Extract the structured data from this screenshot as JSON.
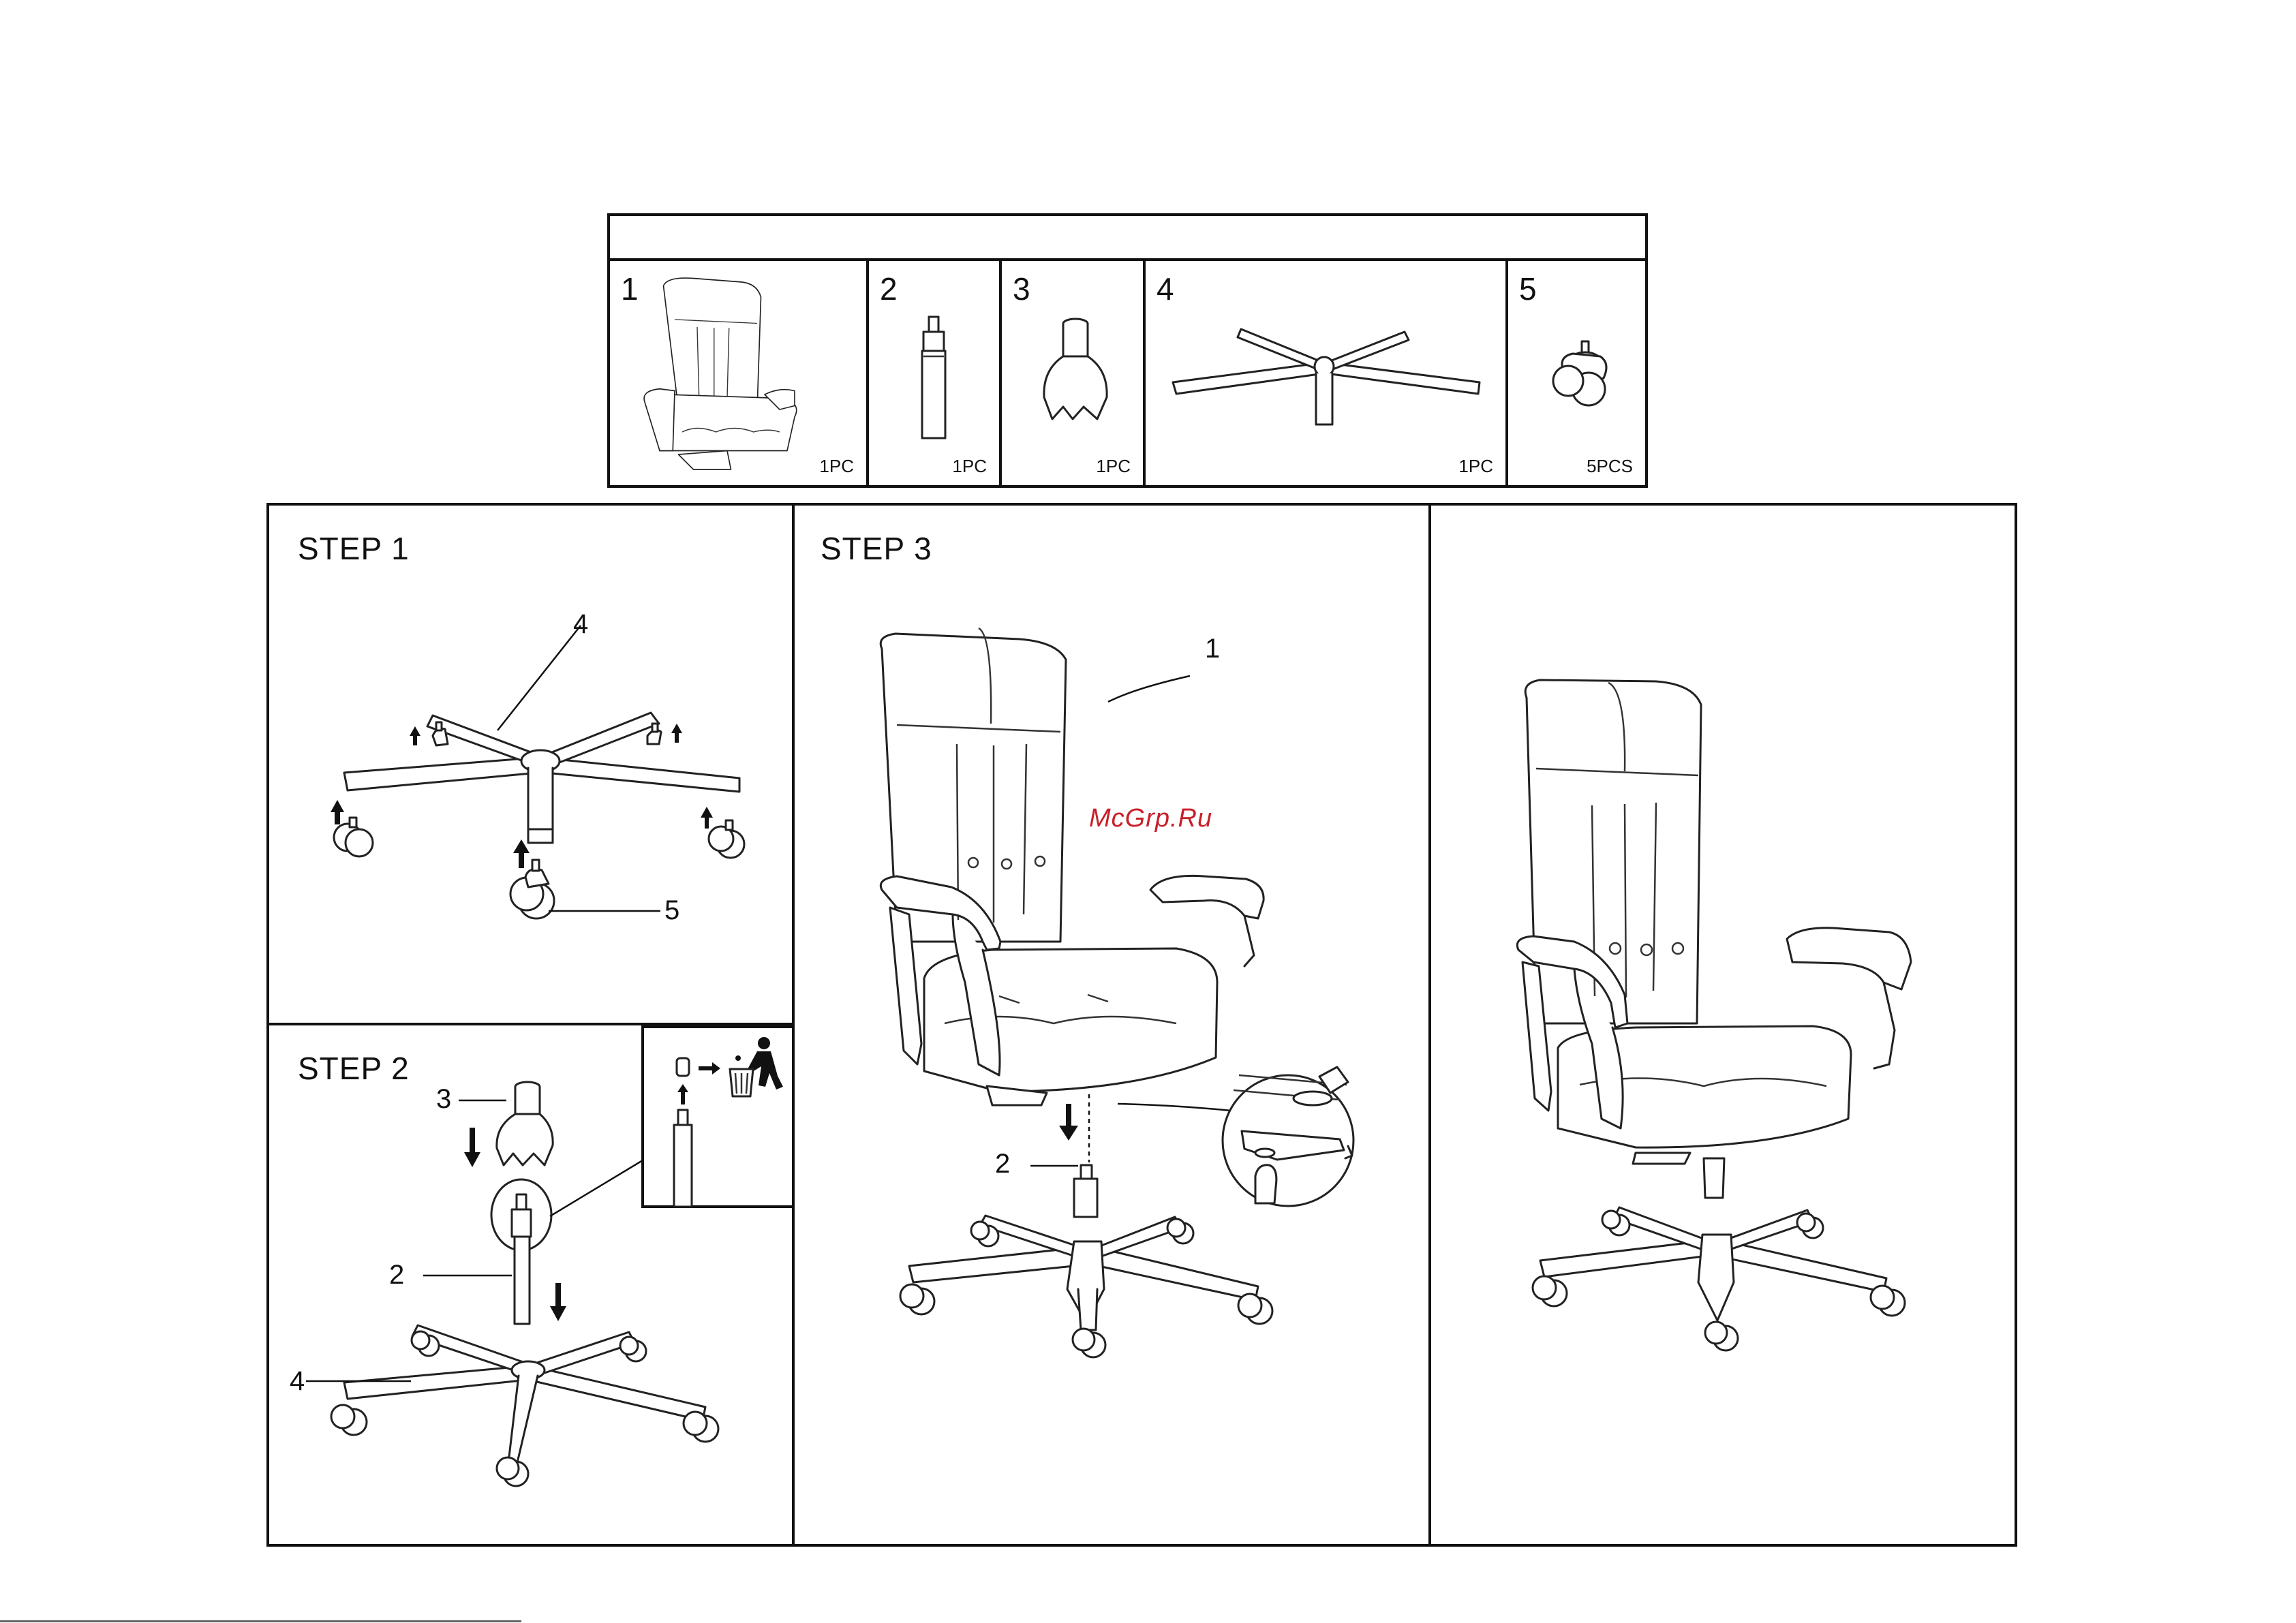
{
  "parts_table": {
    "parts": [
      {
        "number": "1",
        "qty": "1PC",
        "icon": "chair-icon"
      },
      {
        "number": "2",
        "qty": "1PC",
        "icon": "gas-lift-icon"
      },
      {
        "number": "3",
        "qty": "1PC",
        "icon": "mechanism-adapter-icon"
      },
      {
        "number": "4",
        "qty": "1PC",
        "icon": "star-base-icon"
      },
      {
        "number": "5",
        "qty": "5PCS",
        "icon": "caster-icon"
      }
    ]
  },
  "step1": {
    "title": "STEP 1",
    "callouts": {
      "base": "4",
      "caster": "5"
    }
  },
  "step2": {
    "title": "STEP 2",
    "callouts": {
      "adapter": "3",
      "gas_lift": "2",
      "base": "4"
    }
  },
  "step3": {
    "title": "STEP 3",
    "callouts": {
      "chair": "1",
      "gas_lift": "2"
    }
  },
  "watermark": "McGrp.Ru"
}
